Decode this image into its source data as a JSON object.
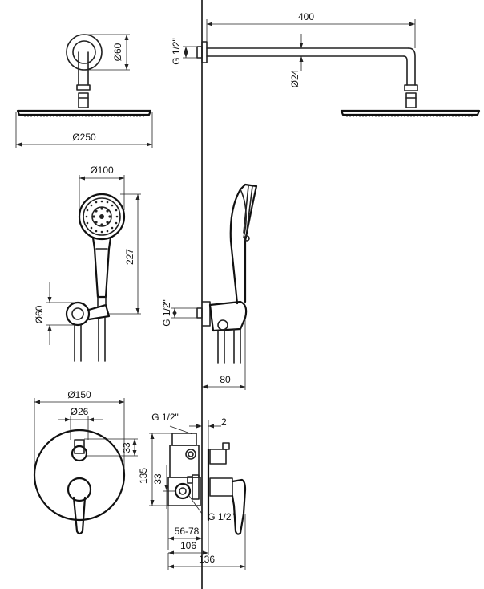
{
  "dimensions": {
    "arm_length": "400",
    "shower_head_diameter": "Ø250",
    "wall_flange_diameter_top": "Ø60",
    "arm_diameter": "Ø24",
    "thread_top": "G 1/2\"",
    "hand_shower_diameter": "Ø100",
    "hand_shower_length": "227",
    "holder_diameter": "Ø60",
    "thread_middle": "G 1/2\"",
    "holder_projection": "80",
    "rosette_diameter": "Ø150",
    "diverter_knob_diameter": "Ø26",
    "diverter_offset": "33",
    "body_height": "135",
    "body_center_offset": "33",
    "thread_body_top": "G 1/2\"",
    "thread_body_bottom": "G 1/2\"",
    "plaster_gap": "2",
    "install_depth_range": "56-78",
    "depth_to_rosette": "106",
    "total_depth": "136"
  },
  "colors": {
    "line": "#222222",
    "wall": "#111111",
    "background": "#ffffff"
  }
}
